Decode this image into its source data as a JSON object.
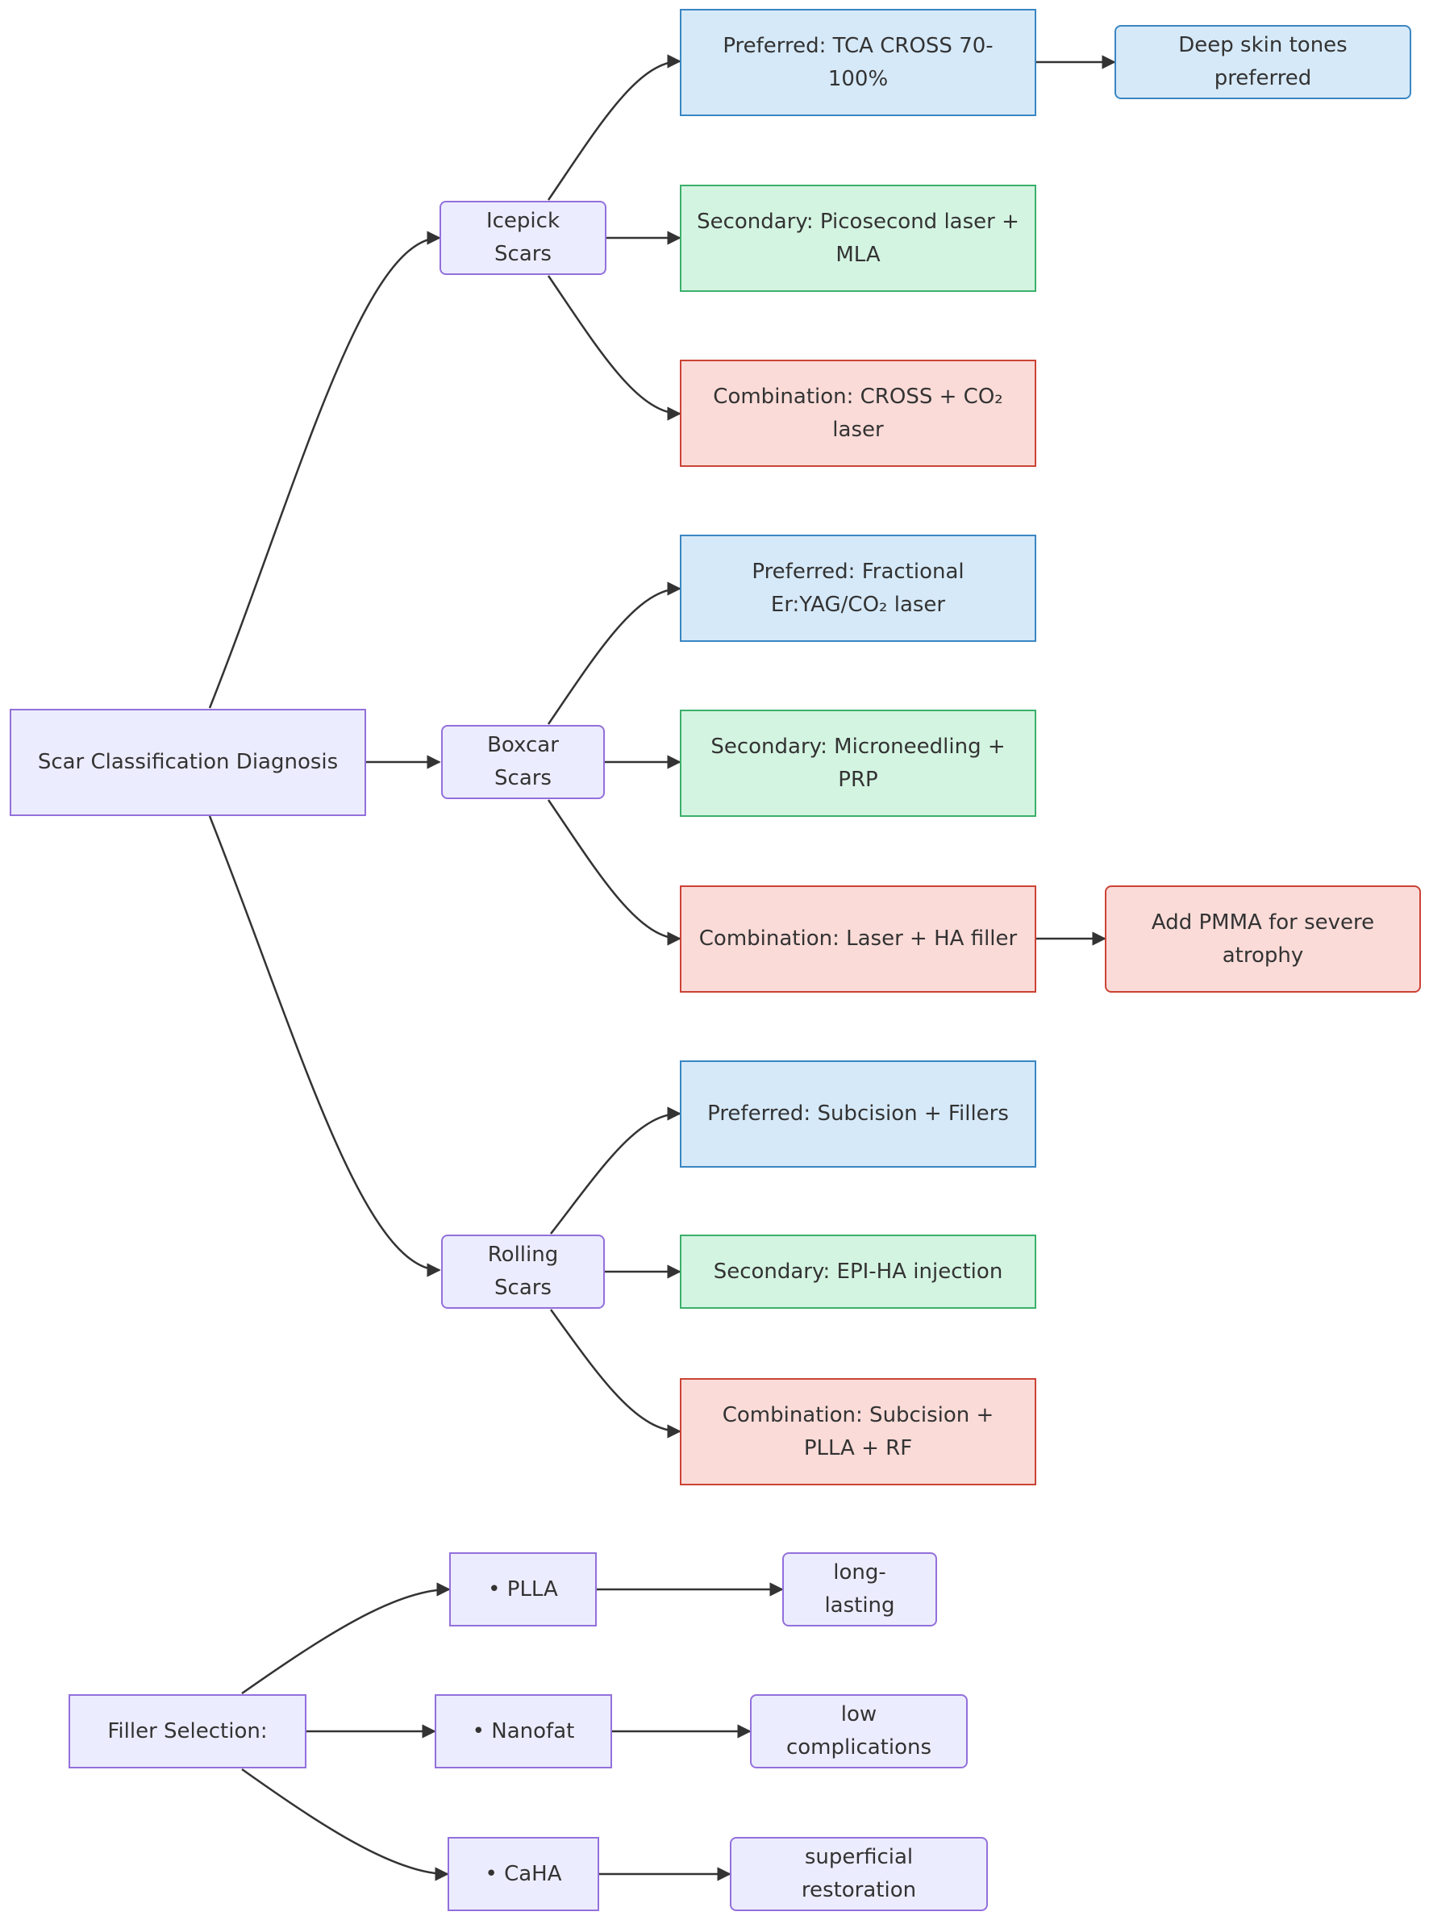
{
  "diagram": {
    "root": "Scar Classification Diagnosis",
    "categories": {
      "icepick": {
        "label": "Icepick Scars",
        "preferred": "Preferred: TCA CROSS 70-100%",
        "preferred_note": "Deep skin tones preferred",
        "secondary": "Secondary: Picosecond laser + MLA",
        "combination": "Combination: CROSS + CO₂ laser"
      },
      "boxcar": {
        "label": "Boxcar Scars",
        "preferred": "Preferred: Fractional Er:YAG/CO₂ laser",
        "secondary": "Secondary: Microneedling + PRP",
        "combination": "Combination: Laser + HA filler",
        "combination_note": "Add PMMA for severe atrophy"
      },
      "rolling": {
        "label": "Rolling Scars",
        "preferred": "Preferred: Subcision + Fillers",
        "secondary": "Secondary: EPI-HA injection",
        "combination": "Combination: Subcision + PLLA + RF"
      }
    },
    "filler": {
      "root": "Filler Selection:",
      "items": [
        {
          "name": "• PLLA",
          "property": "long-lasting"
        },
        {
          "name": "• Nanofat",
          "property": "low complications"
        },
        {
          "name": "• CaHA",
          "property": "superficial restoration"
        }
      ]
    },
    "colors": {
      "default_fill": "#ECECFF",
      "default_stroke": "#9370DB",
      "preferred_fill": "#D6E9F8",
      "preferred_stroke": "#3A86C2",
      "secondary_fill": "#D4F4E2",
      "secondary_stroke": "#3BB06A",
      "combination_fill": "#FADBD8",
      "combination_stroke": "#CB4335",
      "edge": "#333333"
    }
  }
}
